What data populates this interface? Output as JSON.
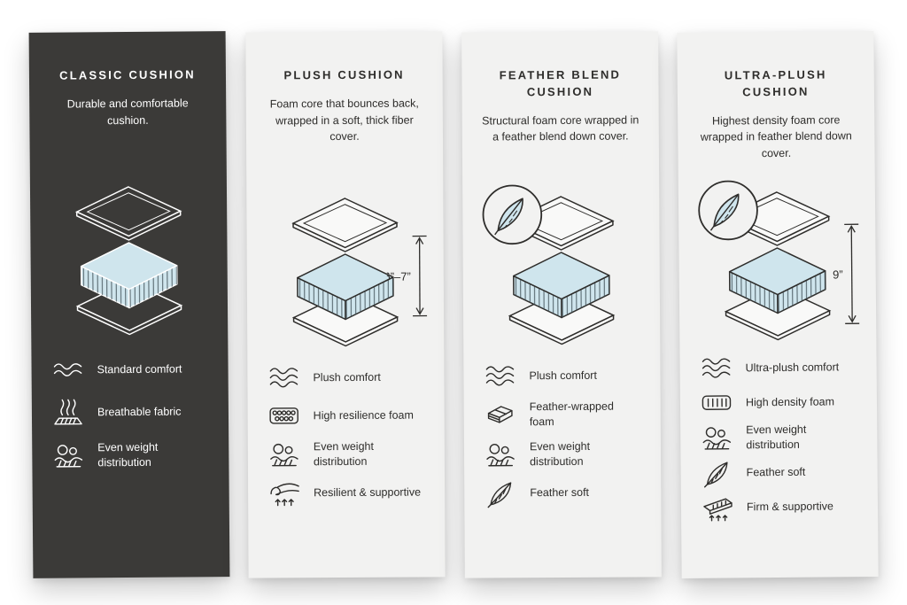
{
  "infographic": {
    "cards": [
      {
        "title": "CLASSIC CUSHION",
        "description": "Durable and comfortable cushion.",
        "measurement": "",
        "features": [
          {
            "icon": "comfort-waves-icon",
            "label": "Standard comfort"
          },
          {
            "icon": "breathable-fabric-icon",
            "label": "Breathable fabric"
          },
          {
            "icon": "even-weight-icon",
            "label": "Even weight distribution"
          }
        ]
      },
      {
        "title": "PLUSH CUSHION",
        "description": "Foam core that bounces back, wrapped in a soft, thick fiber cover.",
        "measurement": "6”–7”",
        "features": [
          {
            "icon": "comfort-waves-icon",
            "label": "Plush comfort"
          },
          {
            "icon": "resilience-foam-icon",
            "label": "High resilience foam"
          },
          {
            "icon": "even-weight-icon",
            "label": "Even weight distribution"
          },
          {
            "icon": "spring-icon",
            "label": "Resilient & supportive"
          }
        ]
      },
      {
        "title": "FEATHER BLEND CUSHION",
        "description": "Structural foam core wrapped in a feather blend down cover.",
        "measurement": "",
        "features": [
          {
            "icon": "comfort-waves-icon",
            "label": "Plush comfort"
          },
          {
            "icon": "feather-wrapped-foam-icon",
            "label": "Feather-wrapped foam"
          },
          {
            "icon": "even-weight-icon",
            "label": "Even weight distribution"
          },
          {
            "icon": "feather-icon",
            "label": "Feather soft"
          }
        ]
      },
      {
        "title": "ULTRA-PLUSH CUSHION",
        "description": "Highest density foam core wrapped in feather blend down cover.",
        "measurement": "9”",
        "features": [
          {
            "icon": "comfort-waves-icon",
            "label": "Ultra-plush comfort"
          },
          {
            "icon": "density-foam-icon",
            "label": "High density foam"
          },
          {
            "icon": "even-weight-icon",
            "label": "Even weight distribution"
          },
          {
            "icon": "feather-icon",
            "label": "Feather soft"
          },
          {
            "icon": "firm-support-icon",
            "label": "Firm & supportive"
          }
        ]
      }
    ],
    "colors": {
      "dark_card_bg": "#3b3a38",
      "light_card_bg": "#f2f2f1",
      "foam_blue": "#cfe5ed",
      "outline_dark": "#2e2d2b",
      "text_on_dark": "#ffffff"
    }
  }
}
